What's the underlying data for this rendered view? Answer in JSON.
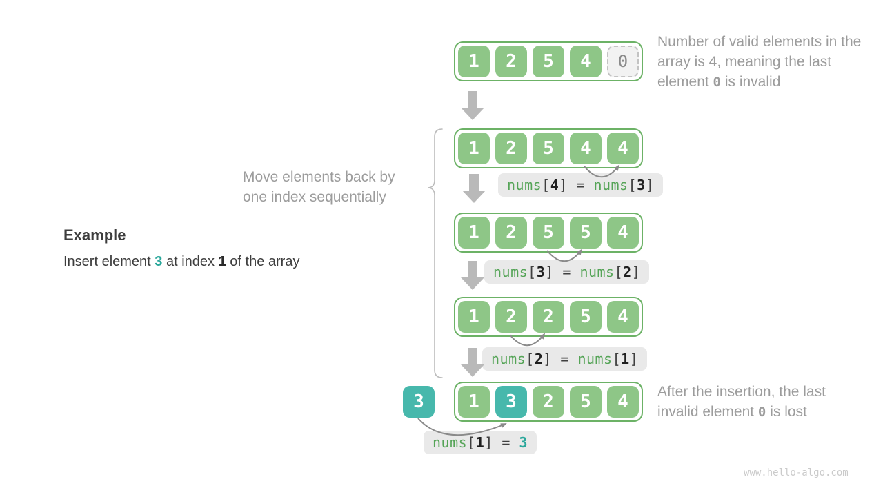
{
  "example": {
    "heading": "Example",
    "insert_prefix": "Insert element ",
    "insert_value": "3",
    "insert_mid": " at index ",
    "insert_index": "1",
    "insert_suffix": " of the array"
  },
  "notes": {
    "top_right_1": "Number of valid elements in the array is 4, meaning the last element ",
    "top_right_code": "0",
    "top_right_2": " is invalid",
    "move": "Move elements back by one index sequentially",
    "bottom_right_1": "After the insertion, the last invalid element ",
    "bottom_right_code": "0",
    "bottom_right_2": " is lost"
  },
  "inserted_cell": "3",
  "rows": {
    "r1": {
      "cells": [
        "1",
        "2",
        "5",
        "4",
        "0"
      ]
    },
    "r2": {
      "cells": [
        "1",
        "2",
        "5",
        "4",
        "4"
      ]
    },
    "r3": {
      "cells": [
        "1",
        "2",
        "5",
        "5",
        "4"
      ]
    },
    "r4": {
      "cells": [
        "1",
        "2",
        "2",
        "5",
        "4"
      ]
    },
    "r5": {
      "cells": [
        "1",
        "3",
        "2",
        "5",
        "4"
      ]
    }
  },
  "labels": {
    "a1": {
      "fn": "nums",
      "lb": "[",
      "i": "4",
      "rb": "]",
      "eq": " = ",
      "fn2": "nums",
      "lb2": "[",
      "i2": "3",
      "rb2": "]"
    },
    "a2": {
      "fn": "nums",
      "lb": "[",
      "i": "3",
      "rb": "]",
      "eq": " = ",
      "fn2": "nums",
      "lb2": "[",
      "i2": "2",
      "rb2": "]"
    },
    "a3": {
      "fn": "nums",
      "lb": "[",
      "i": "2",
      "rb": "]",
      "eq": " = ",
      "fn2": "nums",
      "lb2": "[",
      "i2": "1",
      "rb2": "]"
    },
    "a4": {
      "fn": "nums",
      "lb": "[",
      "i": "1",
      "rb": "]",
      "eq": " = ",
      "val": "3"
    }
  },
  "watermark": "www.hello-algo.com",
  "colors": {
    "cell_green": "#8ec687",
    "cell_teal": "#47b8ac",
    "border_green": "#6cb266",
    "code_green": "#55a457",
    "code_teal": "#2aa79b",
    "note_gray": "#9c9c9c",
    "block_arrow_gray": "#b9b9b9",
    "arc_gray": "#8a8a8a",
    "label_bg": "#e9e9e9"
  }
}
